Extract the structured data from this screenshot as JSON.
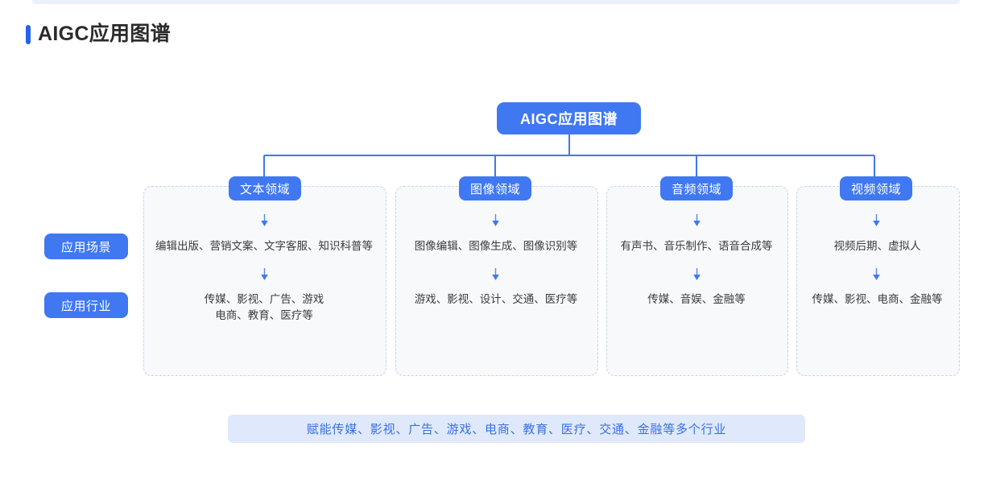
{
  "page": {
    "title": "AIGC应用图谱",
    "accent_color": "#4078f2",
    "title_bar_color": "#2563eb",
    "background": "#ffffff"
  },
  "diagram": {
    "root": {
      "label": "AIGC应用图谱"
    },
    "row_labels": [
      {
        "key": "scene",
        "label": "应用场景"
      },
      {
        "key": "industry",
        "label": "应用行业"
      }
    ],
    "arrow_icon": "arrow-down-icon",
    "columns": [
      {
        "id": "text",
        "header": "文本领域",
        "scene": "编辑出版、营销文案、文字客服、知识科普等",
        "industry": "传媒、影视、广告、游戏\n电商、教育、医疗等"
      },
      {
        "id": "image",
        "header": "图像领域",
        "scene": "图像编辑、图像生成、图像识别等",
        "industry": "游戏、影视、设计、交通、医疗等"
      },
      {
        "id": "audio",
        "header": "音频领域",
        "scene": "有声书、音乐制作、语音合成等",
        "industry": "传媒、音娱、金融等"
      },
      {
        "id": "video",
        "header": "视频领域",
        "scene": "视频后期、虚拟人",
        "industry": "传媒、影视、电商、金融等"
      }
    ],
    "panel_fill": "#f7f9fb",
    "panel_border": "#c4d4ea",
    "connector_color": "#4078f2"
  },
  "footer": {
    "banner_text": "赋能传媒、影视、广告、游戏、电商、教育、医疗、交通、金融等多个行业",
    "banner_bg": "#dfe9fb",
    "banner_color": "#3a6fe0"
  }
}
